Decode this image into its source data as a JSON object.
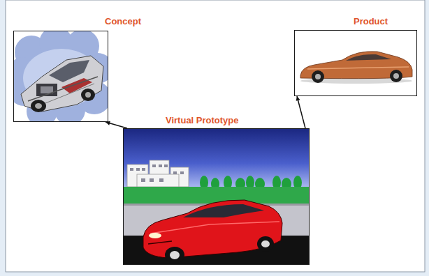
{
  "diagram": {
    "nodes": [
      {
        "text": [
          "Concept"
        ]
      },
      {
        "text": [
          "Product"
        ]
      },
      {
        "text": [
          "Virtual Prototype"
        ]
      }
    ],
    "edges": [
      {
        "from": 2,
        "to": 0,
        "arrow": "to"
      },
      {
        "from": 2,
        "to": 1,
        "arrow": "to"
      }
    ]
  }
}
